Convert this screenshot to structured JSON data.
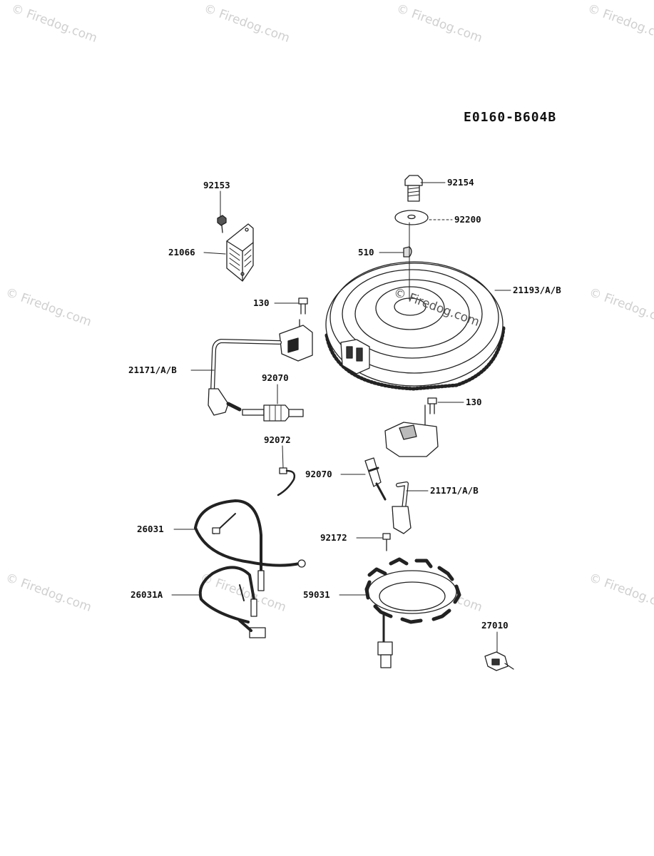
{
  "document": {
    "id": "E0160-B604B"
  },
  "watermark": {
    "text": "© Firedog.com"
  },
  "parts": {
    "p92153": "92153",
    "p21066": "21066",
    "p130_top": "130",
    "p21171_left": "21171/A/B",
    "p92070_left": "92070",
    "p92072": "92072",
    "p92154": "92154",
    "p92200": "92200",
    "p510": "510",
    "p21193": "21193/A/B",
    "p130_right": "130",
    "p92070_right": "92070",
    "p21171_right": "21171/A/B",
    "p92172": "92172",
    "p26031": "26031",
    "p26031A": "26031A",
    "p59031": "59031",
    "p27010": "27010"
  }
}
